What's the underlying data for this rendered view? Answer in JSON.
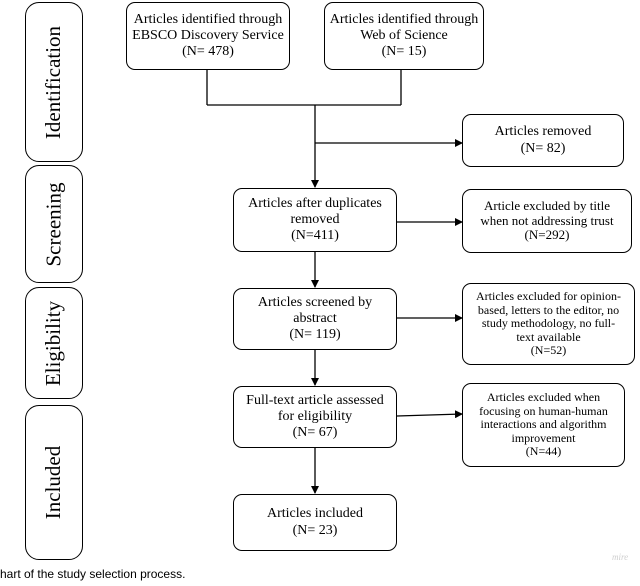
{
  "stages": [
    {
      "label": "Identification"
    },
    {
      "label": "Screening"
    },
    {
      "label": "Eligibility"
    },
    {
      "label": "Included"
    }
  ],
  "boxes": {
    "ebsco": {
      "lines": [
        "Articles identified through",
        "EBSCO Discovery Service",
        "(N= 478)"
      ]
    },
    "wos": {
      "lines": [
        "Articles identified through",
        "Web of Science",
        "(N= 15)"
      ]
    },
    "removed": {
      "lines": [
        "Articles removed",
        "(N= 82)"
      ]
    },
    "after_duplicates": {
      "lines": [
        "Articles after duplicates",
        "removed",
        "(N=411)"
      ]
    },
    "excluded_title": {
      "lines": [
        "Article excluded by title",
        "when not addressing trust",
        "(N=292)"
      ]
    },
    "screened_abstract": {
      "lines": [
        "Articles screened by",
        "abstract",
        "(N= 119)"
      ]
    },
    "excluded_opinion": {
      "lines": [
        "Articles excluded for opinion-",
        "based, letters to the editor, no",
        "study methodology, no full-",
        "text available",
        "(N=52)"
      ]
    },
    "fulltext": {
      "lines": [
        "Full-text article assessed",
        "for eligibility",
        "(N= 67)"
      ]
    },
    "excluded_human": {
      "lines": [
        "Articles excluded when",
        "focusing on human-human",
        "interactions and algorithm",
        "improvement",
        "(N=44)"
      ]
    },
    "included": {
      "lines": [
        "Articles included",
        "(N= 23)"
      ]
    }
  },
  "caption": "hart of the study selection process.",
  "watermark": "mire"
}
